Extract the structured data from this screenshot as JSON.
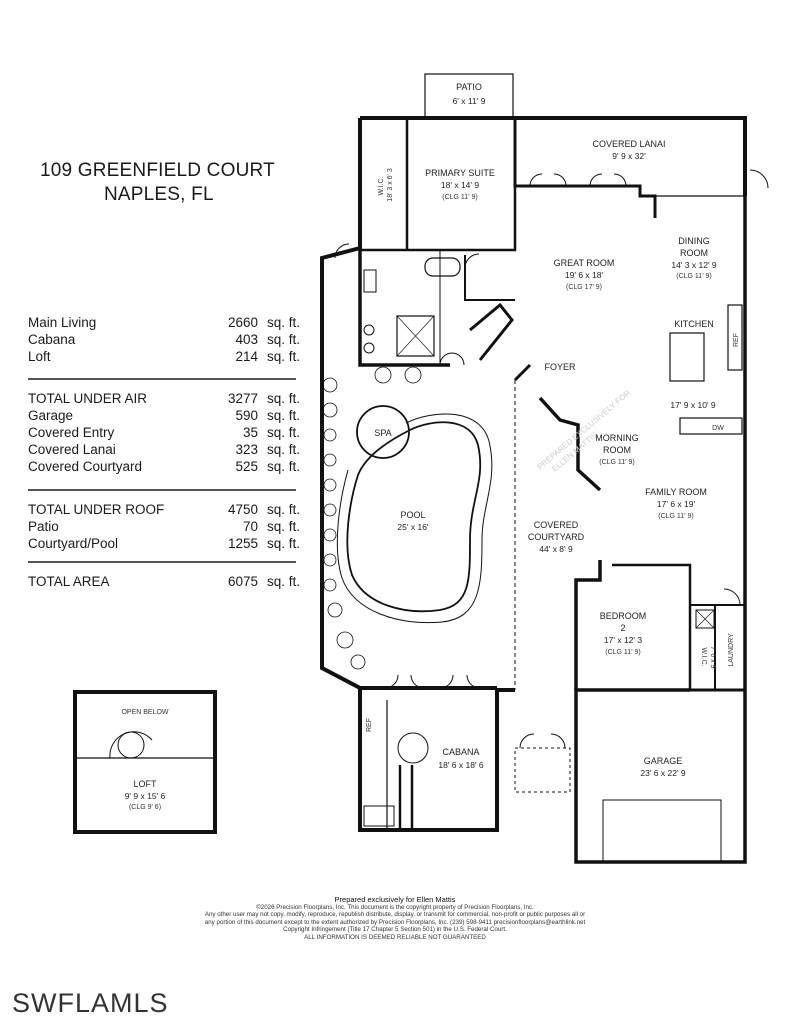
{
  "address": {
    "line1": "109 GREENFIELD COURT",
    "line2": "NAPLES, FL"
  },
  "areas": {
    "group1": [
      {
        "label": "Main Living",
        "value": "2660",
        "unit": "sq. ft."
      },
      {
        "label": "Cabana",
        "value": "403",
        "unit": "sq. ft."
      },
      {
        "label": "Loft",
        "value": "214",
        "unit": "sq. ft."
      }
    ],
    "group2": [
      {
        "label": "TOTAL UNDER AIR",
        "value": "3277",
        "unit": "sq. ft."
      },
      {
        "label": "Garage",
        "value": "590",
        "unit": "sq. ft."
      },
      {
        "label": "Covered Entry",
        "value": "35",
        "unit": "sq. ft."
      },
      {
        "label": "Covered Lanai",
        "value": "323",
        "unit": "sq. ft."
      },
      {
        "label": "Covered Courtyard",
        "value": "525",
        "unit": "sq. ft."
      }
    ],
    "group3": [
      {
        "label": "TOTAL UNDER ROOF",
        "value": "4750",
        "unit": "sq. ft."
      },
      {
        "label": "Patio",
        "value": "70",
        "unit": "sq. ft."
      },
      {
        "label": "Courtyard/Pool",
        "value": "1255",
        "unit": "sq. ft."
      }
    ],
    "group4": [
      {
        "label": "TOTAL AREA",
        "value": "6075",
        "unit": "sq. ft."
      }
    ]
  },
  "rooms": {
    "patio": {
      "name": "PATIO",
      "dims": "6' x 11' 9"
    },
    "covered_lanai": {
      "name": "COVERED LANAI",
      "dims": "9' 9 x 32'"
    },
    "primary_suite": {
      "name": "PRIMARY SUITE",
      "dims": "18' x 14' 9",
      "clg": "(CLG 11' 9)"
    },
    "wic_primary": {
      "name": "W.I.C.",
      "dims": "18' 3 x 6' 3"
    },
    "dining_room": {
      "name1": "DINING",
      "name2": "ROOM",
      "dims": "14' 3 x 12' 9",
      "clg": "(CLG 11' 9)"
    },
    "great_room": {
      "name": "GREAT ROOM",
      "dims": "19' 6 x 18'",
      "clg": "(CLG 17' 9)"
    },
    "kitchen": {
      "name": "KITCHEN",
      "dims": "17' 9 x 10' 9"
    },
    "foyer": {
      "name": "FOYER"
    },
    "morning_room": {
      "name1": "MORNING",
      "name2": "ROOM",
      "clg": "(CLG 11' 9)"
    },
    "family_room": {
      "name": "FAMILY ROOM",
      "dims": "17' 6 x 19'",
      "clg": "(CLG 11' 9)"
    },
    "spa": {
      "name": "SPA"
    },
    "pool": {
      "name": "POOL",
      "dims": "25' x 16'"
    },
    "covered_courtyard": {
      "name1": "COVERED",
      "name2": "COURTYARD",
      "dims": "44' x 8' 9"
    },
    "bedroom2": {
      "name1": "BEDROOM",
      "name2": "2",
      "dims": "17' x 12' 3",
      "clg": "(CLG 11' 9)"
    },
    "wic_bed": {
      "name": "W.I.C.",
      "dims": "7' 6 x 9'"
    },
    "laundry": {
      "name": "LAUNDRY"
    },
    "cabana": {
      "name": "CABANA",
      "dims": "18' 6 x 18' 6"
    },
    "garage": {
      "name": "GARAGE",
      "dims": "23' 6 x 22' 9"
    },
    "loft": {
      "name": "LOFT",
      "dims": "9' 9 x 15' 6",
      "clg": "(CLG 9' 6)",
      "open_below": "OPEN BELOW"
    }
  },
  "fixtures": {
    "ref": "REF",
    "dw": "DW"
  },
  "watermark": {
    "line1": "PREPARED EXCLUSIVELY FOR",
    "line2": "ELLEN MATTIS"
  },
  "footer": {
    "line1": "Prepared exclusively for Ellen Mattis",
    "line2": "©2026 Precision Floorplans, Inc.  This document is the copyright property of Precision Floorplans, Inc.",
    "line3": "Any other user may not copy, modify, reproduce, republish distribute, display, or transmit for commercial, non-profit or public purposes all or",
    "line4": "any portion of this document except to the extent authorized by Precision Floorplans, Inc. (239) 598-9411 precisionfloorplans@earthlink.net",
    "line5": "Copyright Infringement (Title 17 Chapter 5 Section 501) in the U.S. Federal Court.",
    "line6": "ALL INFORMATION IS DEEMED RELIABLE NOT GUARANTEED"
  },
  "brand": "SWFLAMLS"
}
